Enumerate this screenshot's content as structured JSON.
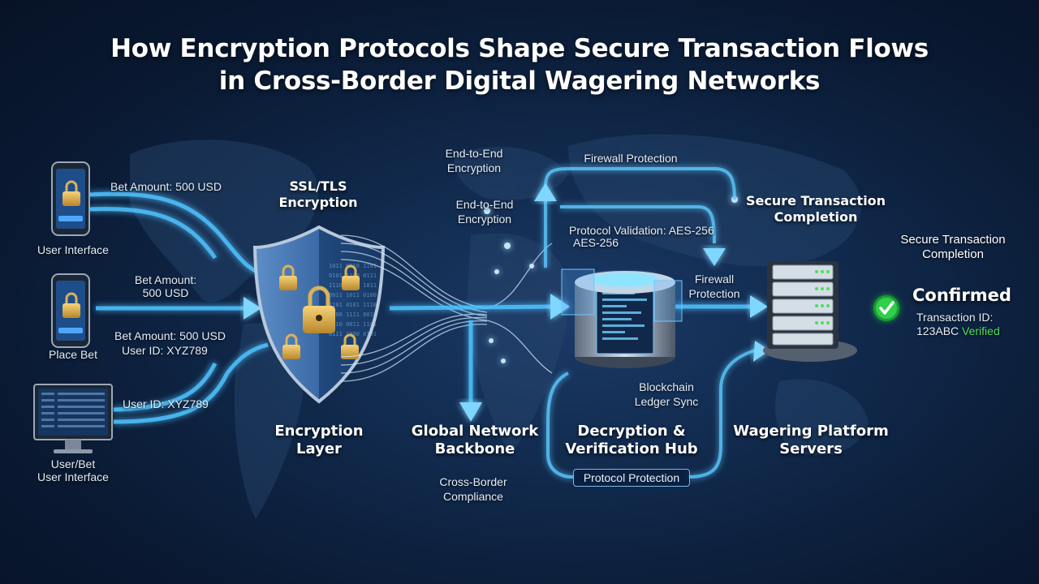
{
  "title": {
    "line1": "How Encryption Protocols Shape Secure Transaction Flows",
    "line2": "in Cross-Border Digital Wagering Networks"
  },
  "colors": {
    "background": "#0b1d3a",
    "flow_glow": "#4fc3ff",
    "shield": "#2e5a94",
    "lock": "#d8a83a",
    "check": "#2fcf4a"
  },
  "devices": {
    "phone1_label": "User Interface",
    "phone1_text1": "Bet Amount: 500 USD",
    "phone2_label": "Place Bet",
    "phone2_text1": "Bet Amount:",
    "phone2_text2": "500 USD",
    "phone2_text3": "Bet Amount: 500 USD",
    "phone2_text4": "User ID: XYZ789",
    "monitor_label_1": "User/Bet",
    "monitor_label_2": "User Interface",
    "monitor_text": "User ID: XYZ789"
  },
  "encryption": {
    "ssl_1": "SSL/TLS",
    "ssl_2": "Encryption",
    "layer_1": "Encryption",
    "layer_2": "Layer",
    "e2e_1a": "End-to-End",
    "e2e_1b": "Encryption",
    "e2e_2a": "End-to-End",
    "e2e_2b": "Encryption"
  },
  "network": {
    "backbone_1": "Global Network",
    "backbone_2": "Backbone",
    "compliance_1": "Cross-Border",
    "compliance_2": "Compliance"
  },
  "hub": {
    "firewall_top": "Firewall Protection",
    "protocol_1": "Protocol Validation: AES-256",
    "protocol_2": "AES-256",
    "firewall_side_1": "Firewall",
    "firewall_side_2": "Protection",
    "blockchain_1": "Blockchain",
    "blockchain_2": "Ledger Sync",
    "hub_1": "Decryption &",
    "hub_2": "Verification Hub",
    "protocol_protection": "Protocol Protection"
  },
  "servers": {
    "completion_1a": "Secure Transaction",
    "completion_1b": "Completion",
    "completion_2a": "Secure Transaction",
    "completion_2b": "Completion",
    "label_1": "Wagering Platform",
    "label_2": "Servers",
    "confirmed": "Confirmed",
    "txid_1": "Transaction ID:",
    "txid_2": "123ABC",
    "verified": "Verified"
  }
}
